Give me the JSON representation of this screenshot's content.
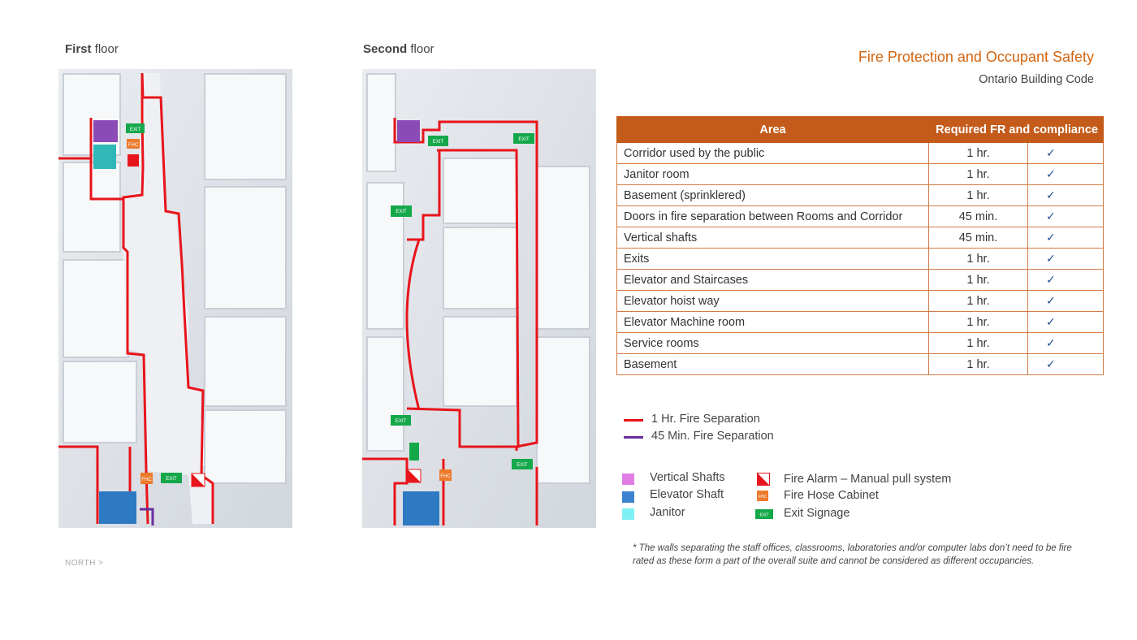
{
  "floors": {
    "first": {
      "label_bold": "First",
      "label_rest": " floor"
    },
    "second": {
      "label_bold": "Second",
      "label_rest": " floor"
    }
  },
  "plan_tags": {
    "exit": "EXIT",
    "fhc": "FHC"
  },
  "header": {
    "title": "Fire Protection and Occupant Safety",
    "subtitle": "Ontario Building Code"
  },
  "table": {
    "headers": [
      "Area",
      "Required FR and compliance"
    ],
    "rows": [
      {
        "area": "Corridor used by the public",
        "fr": "1 hr.",
        "ok": "✓"
      },
      {
        "area": "Janitor room",
        "fr": "1 hr.",
        "ok": "✓"
      },
      {
        "area": "Basement (sprinklered)",
        "fr": "1 hr.",
        "ok": "✓"
      },
      {
        "area": "Doors in fire separation between Rooms and Corridor",
        "fr": "45 min.",
        "ok": "✓"
      },
      {
        "area": "Vertical shafts",
        "fr": "45 min.",
        "ok": "✓"
      },
      {
        "area": "Exits",
        "fr": "1 hr.",
        "ok": "✓"
      },
      {
        "area": "Elevator and Staircases",
        "fr": "1 hr.",
        "ok": "✓"
      },
      {
        "area": "Elevator hoist way",
        "fr": "1 hr.",
        "ok": "✓"
      },
      {
        "area": "Elevator Machine room",
        "fr": "1 hr.",
        "ok": "✓"
      },
      {
        "area": "Service rooms",
        "fr": "1 hr.",
        "ok": "✓"
      },
      {
        "area": "Basement",
        "fr": "1 hr.",
        "ok": "✓"
      }
    ]
  },
  "legend": {
    "lines": [
      {
        "label": "1 Hr. Fire Separation",
        "color": "#e8141b"
      },
      {
        "label": "45 Min. Fire Separation",
        "color": "#6a2d9f"
      }
    ],
    "swatches": [
      {
        "label": "Vertical Shafts",
        "color": "#e07ee6"
      },
      {
        "label": "Elevator Shaft",
        "color": "#3d82cf"
      },
      {
        "label": "Janitor",
        "color": "#7ff0f4"
      }
    ],
    "symbols": [
      {
        "label": "Fire Alarm – Manual pull system",
        "icon": "fire-alarm-icon"
      },
      {
        "label": "Fire Hose Cabinet",
        "icon": "fire-hose-cabinet-icon"
      },
      {
        "label": "Exit Signage",
        "icon": "exit-sign-icon"
      }
    ]
  },
  "note": "* The walls separating the staff offices, classrooms, laboratories and/or computer labs don’t need to be fire rated as these form a part of the overall suite and cannot be considered as different occupancies.",
  "north": "NORTH >"
}
